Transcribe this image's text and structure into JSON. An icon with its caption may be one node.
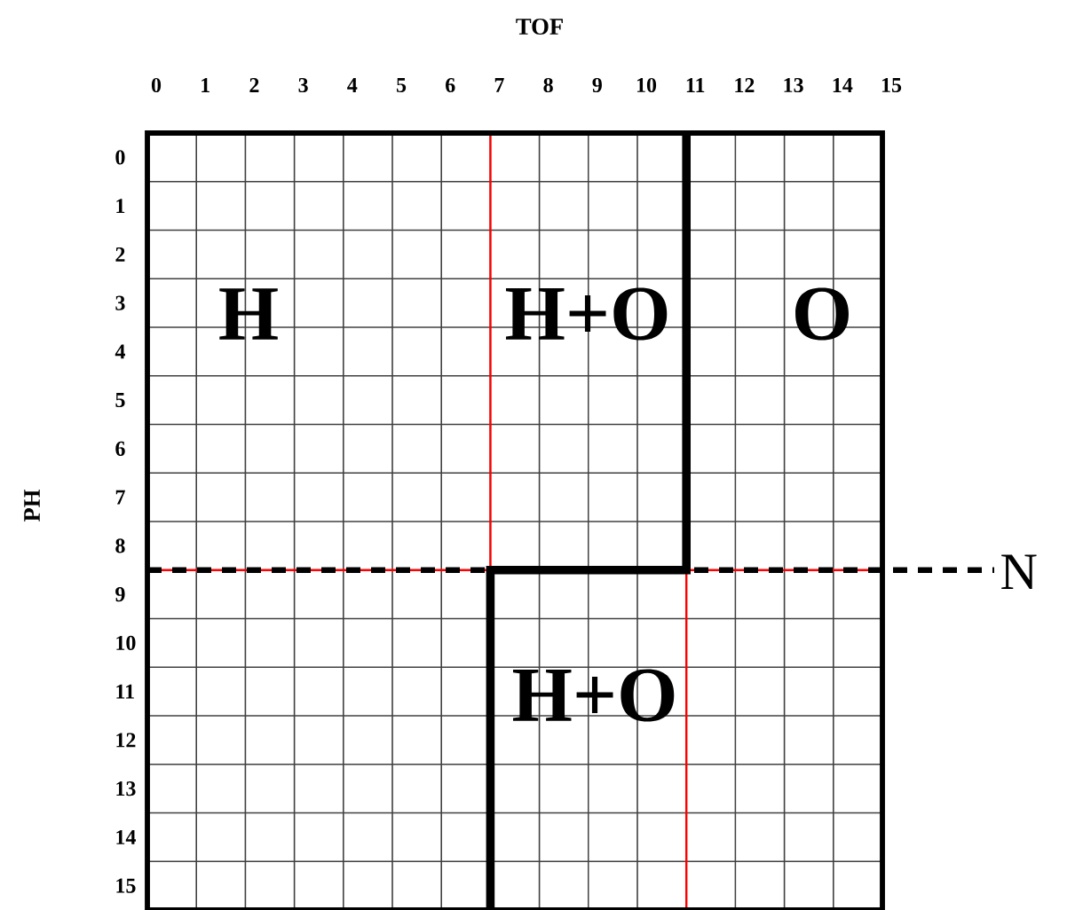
{
  "diagram": {
    "labels": [
      "TOF",
      "0",
      "1",
      "2",
      "3",
      "4",
      "5",
      "6",
      "7",
      "8",
      "9",
      "10",
      "11",
      "12",
      "13",
      "14",
      "15",
      "PH",
      "0",
      "1",
      "2",
      "3",
      "4",
      "5",
      "6",
      "7",
      "8",
      "9",
      "10",
      "11",
      "12",
      "13",
      "14",
      "15",
      "H",
      "H+O",
      "O",
      "H+O",
      "N"
    ]
  }
}
